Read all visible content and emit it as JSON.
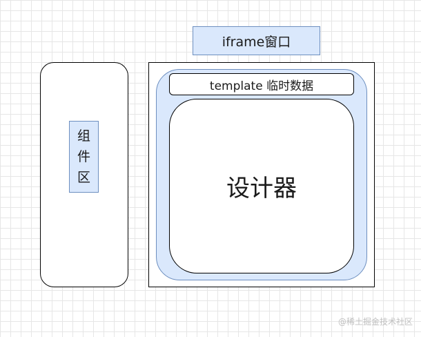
{
  "diagram": {
    "iframe_label": "iframe窗口",
    "component_label_chars": [
      "组",
      "件",
      "区"
    ],
    "template_label": "template 临时数据",
    "designer_label": "设计器"
  },
  "watermark": "@稀土掘金技术社区",
  "colors": {
    "fill_blue": "#dae8fc",
    "stroke_blue": "#6c8ebf",
    "stroke_black": "#000000"
  }
}
